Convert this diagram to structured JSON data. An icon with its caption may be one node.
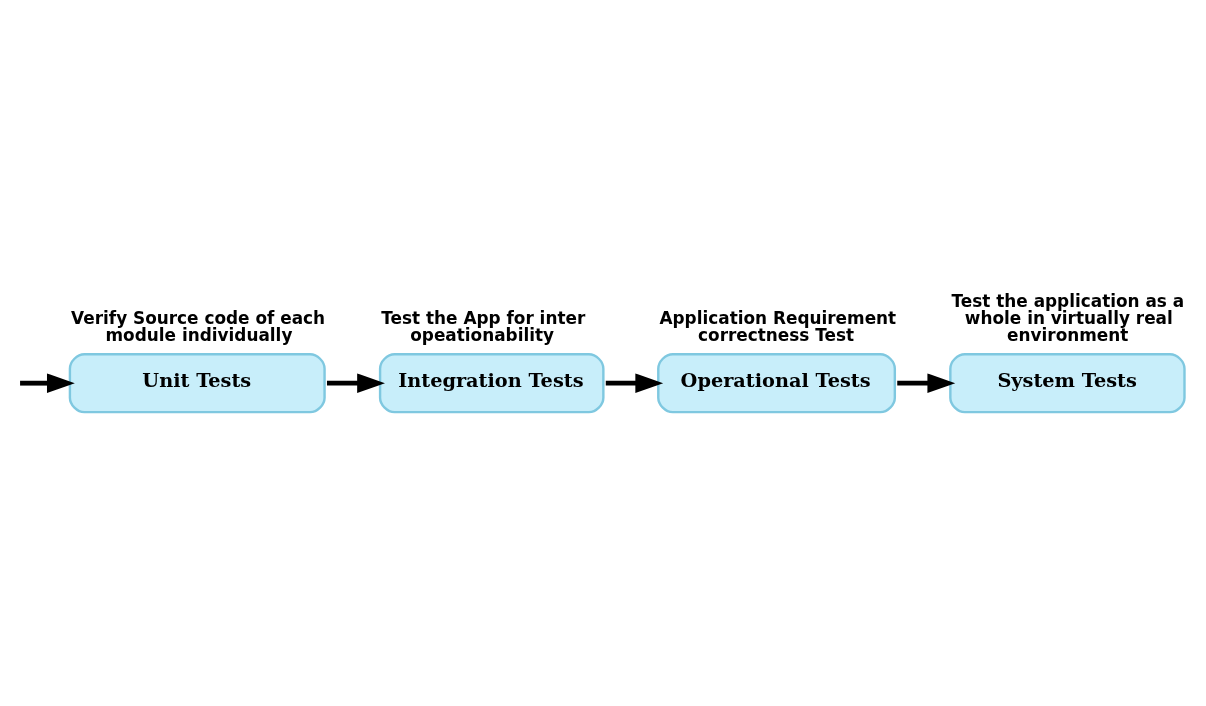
{
  "diagram": {
    "nodes": [
      {
        "text": [
          "Unit Tests"
        ],
        "beside": [
          "Verify Source code of each module individually"
        ]
      },
      {
        "text": [
          "Integration Tests"
        ],
        "beside": [
          "Test the App for inter opeationability"
        ]
      },
      {
        "text": [
          "Operational Tests"
        ],
        "beside": [
          "Application Requirement correctness Test"
        ]
      },
      {
        "text": [
          "System Tests"
        ],
        "beside": [
          "Test the application as a whole in virtually real environment"
        ]
      }
    ],
    "edges": [
      {
        "from": null,
        "to": 0,
        "arrow": "to"
      },
      {
        "from": 0,
        "to": 1,
        "arrow": "to"
      },
      {
        "from": 1,
        "to": 2,
        "arrow": "to"
      },
      {
        "from": 2,
        "to": 3,
        "arrow": "to"
      }
    ]
  }
}
